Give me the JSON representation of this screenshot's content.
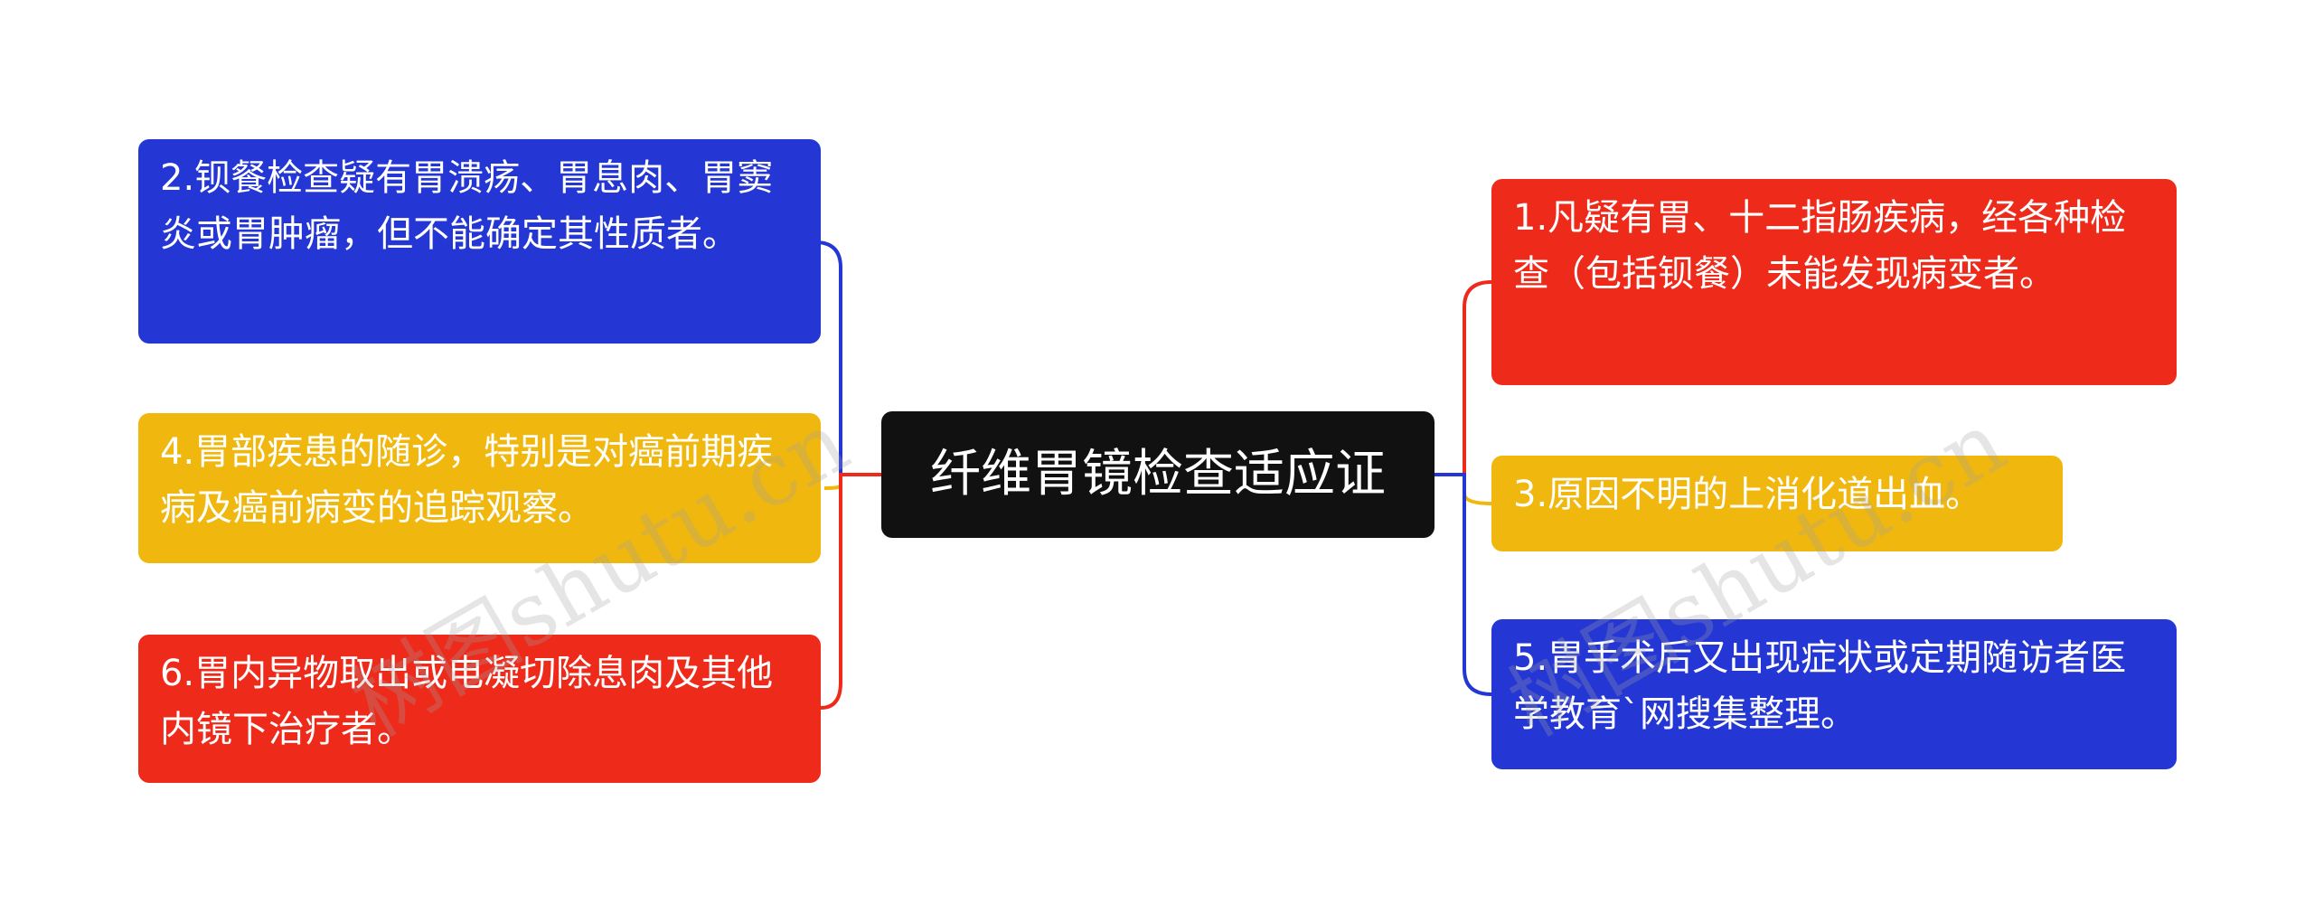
{
  "center": {
    "title": "纤维胃镜检查适应证"
  },
  "left_nodes": [
    {
      "text": "2.钡餐检查疑有胃溃疡、胃息肉、胃窦炎或胃肿瘤，但不能确定其性质者。",
      "color": "#2436d4"
    },
    {
      "text": "4.胃部疾患的随诊，特别是对癌前期疾病及癌前病变的追踪观察。",
      "color": "#f0b80e"
    },
    {
      "text": "6.胃内异物取出或电凝切除息肉及其他内镜下治疗者。",
      "color": "#ee2a1b"
    }
  ],
  "right_nodes": [
    {
      "text": "1.凡疑有胃、十二指肠疾病，经各种检查（包括钡餐）未能发现病变者。",
      "color": "#ee2a1b"
    },
    {
      "text": "3.原因不明的上消化道出血。",
      "color": "#f0b80e"
    },
    {
      "text": "5.胃手术后又出现症状或定期随访者医学教育`网搜集整理。",
      "color": "#2436d4"
    }
  ],
  "watermark": {
    "text": "树图shutu.cn"
  }
}
